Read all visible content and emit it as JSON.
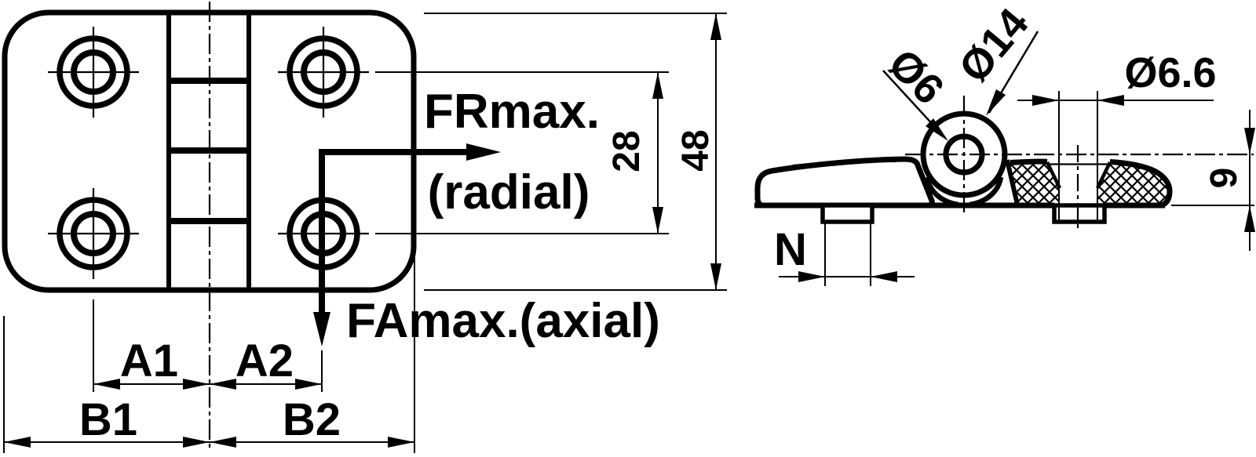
{
  "colors": {
    "line": "#000000",
    "background": "#ffffff"
  },
  "front_view": {
    "force_radial_label": "FRmax.",
    "force_radial_sub": "(radial)",
    "force_axial_label": "FAmax.(axial)",
    "dim_hole_spacing": "28",
    "dim_height": "48",
    "dim_a1": "A1",
    "dim_a2": "A2",
    "dim_b1": "B1",
    "dim_b2": "B2"
  },
  "side_view": {
    "dim_pin_bore": "Ø6",
    "dim_knuckle_od": "Ø14",
    "dim_mount_hole": "Ø6.6",
    "dim_boss_width": "N",
    "dim_pin_center_height": "9"
  }
}
